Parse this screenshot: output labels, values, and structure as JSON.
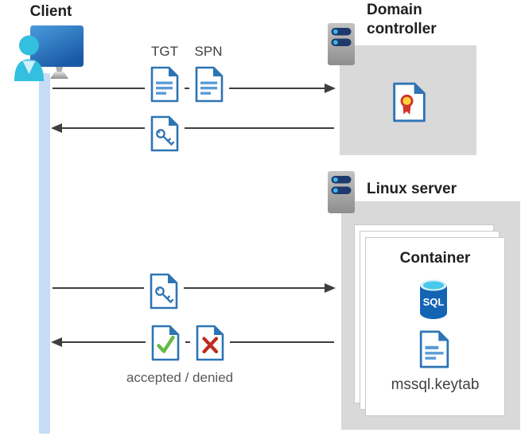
{
  "labels": {
    "client": "Client",
    "domain_controller": "Domain controller",
    "linux_server": "Linux server",
    "container": "Container",
    "tgt": "TGT",
    "spn": "SPN",
    "accepted_denied": "accepted / denied",
    "keytab": "mssql.keytab",
    "sql": "SQL"
  },
  "icons": {
    "client": "user-workstation-icon",
    "domain_controller": "server-icon",
    "linux_server": "server-icon",
    "certificate": "certificate-icon",
    "ticket_document": "document-icon",
    "session_key_document": "key-document-icon",
    "accepted_document": "check-document-icon",
    "denied_document": "x-document-icon",
    "sql_database": "sql-database-icon",
    "keytab_document": "document-icon"
  },
  "flows": [
    {
      "from": "client",
      "to": "domain_controller",
      "items": [
        "TGT",
        "SPN"
      ],
      "direction": "right"
    },
    {
      "from": "domain_controller",
      "to": "client",
      "items": [
        "session key"
      ],
      "direction": "left"
    },
    {
      "from": "client",
      "to": "linux_server",
      "items": [
        "session key"
      ],
      "direction": "right"
    },
    {
      "from": "linux_server",
      "to": "client",
      "items": [
        "accepted / denied"
      ],
      "direction": "left"
    }
  ],
  "colors": {
    "arrow": "#3f3f3f",
    "lifeline": "#c5dcf5",
    "panel": "#d9d9d9",
    "doc_blue": "#2e74b5",
    "doc_line": "#5b9bd5",
    "green": "#62ba46",
    "red": "#c02b1c",
    "cert_red": "#d0342c",
    "cert_yellow": "#ffd23b",
    "sql_body": "#1464b4",
    "sql_top": "#49c8ec",
    "sql_rim": "#d8f0f8",
    "pill": "#1e3a6d",
    "dot": "#3fb5ea",
    "person": "#33bfdf",
    "person_neck": "#cfeffa",
    "heading": "#1f1f1f",
    "subtext": "#404040",
    "muted": "#595959"
  }
}
